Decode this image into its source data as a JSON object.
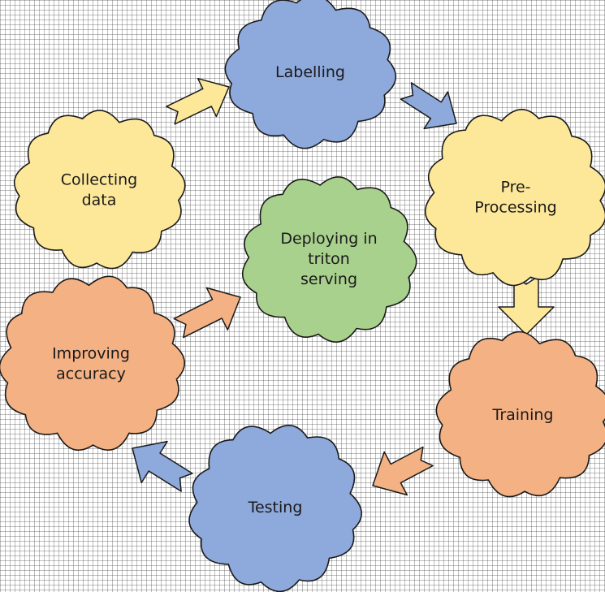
{
  "diagram": {
    "nodes": [
      {
        "id": "collecting",
        "lines": [
          "Collecting",
          "data"
        ],
        "color": "#fde89a"
      },
      {
        "id": "labelling",
        "lines": [
          "Labelling"
        ],
        "color": "#8ea9db"
      },
      {
        "id": "preprocessing",
        "lines": [
          "Pre-",
          "Processing"
        ],
        "color": "#fde89a"
      },
      {
        "id": "deploying",
        "lines": [
          "Deploying in",
          "triton",
          "serving"
        ],
        "color": "#a9d18e"
      },
      {
        "id": "training",
        "lines": [
          "Training"
        ],
        "color": "#f4b183"
      },
      {
        "id": "testing",
        "lines": [
          "Testing"
        ],
        "color": "#8ea9db"
      },
      {
        "id": "improving",
        "lines": [
          "Improving",
          "accuracy"
        ],
        "color": "#f4b183"
      }
    ],
    "edges": [
      {
        "from": "collecting",
        "to": "labelling",
        "color": "#fde89a"
      },
      {
        "from": "labelling",
        "to": "preprocessing",
        "color": "#8ea9db"
      },
      {
        "from": "preprocessing",
        "to": "training",
        "color": "#fde89a"
      },
      {
        "from": "training",
        "to": "testing",
        "color": "#f4b183"
      },
      {
        "from": "testing",
        "to": "improving",
        "color": "#8ea9db"
      },
      {
        "from": "improving",
        "to": "deploying",
        "color": "#f4b183"
      }
    ],
    "outline_color": "#1a1a1a",
    "background": "#ffffff",
    "grid_color": "#5a5a5a"
  }
}
